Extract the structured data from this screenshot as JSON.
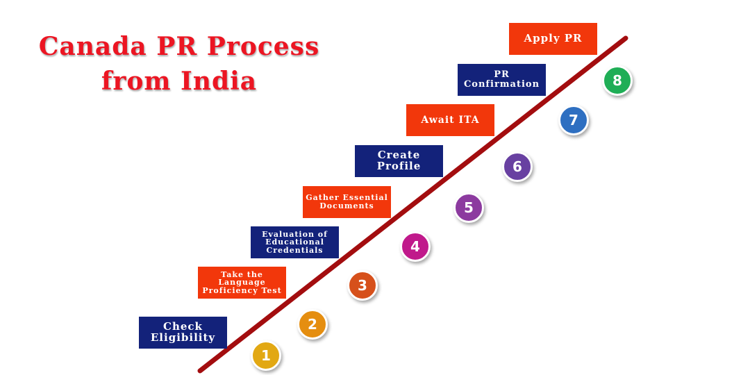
{
  "title": {
    "line1": "Canada PR Process",
    "line2": "from India"
  },
  "steps": [
    {
      "number": "1",
      "label": "Check Eligibility",
      "circle_color": "#e2a813"
    },
    {
      "number": "2",
      "label": "Take the Language Proficiency Test",
      "circle_color": "#e58e10"
    },
    {
      "number": "3",
      "label": "Evaluation of Educational Credentials",
      "circle_color": "#d6501b"
    },
    {
      "number": "4",
      "label": "Gather Essential Documents",
      "circle_color": "#c0198b"
    },
    {
      "number": "5",
      "label": "Create Profile",
      "circle_color": "#8c3a9f"
    },
    {
      "number": "6",
      "label": "Await ITA",
      "circle_color": "#6840a1"
    },
    {
      "number": "7",
      "label": "PR Confirmation",
      "circle_color": "#2e6fc1"
    },
    {
      "number": "8",
      "label": "Apply PR",
      "circle_color": "#1fae56"
    }
  ],
  "colors": {
    "navy": "#13227a",
    "red": "#f2370b",
    "line": "#a30d0f",
    "title": "#ec1522"
  }
}
